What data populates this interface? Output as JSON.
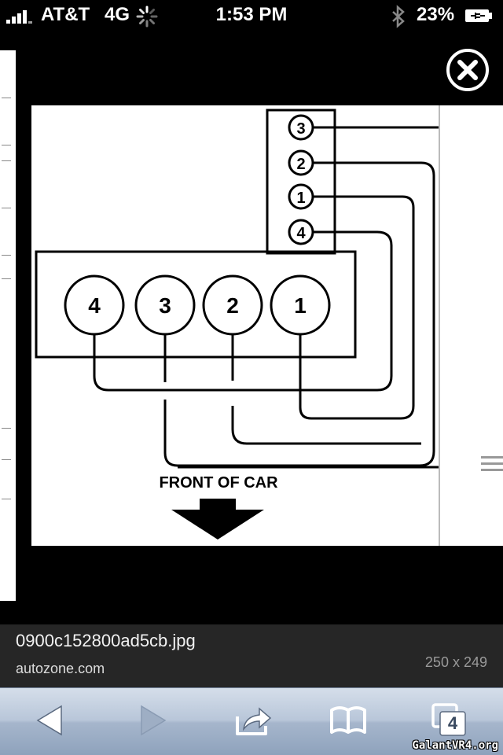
{
  "status_bar": {
    "carrier": "AT&T",
    "network": "4G",
    "time": "1:53 PM",
    "battery_percent": "23%"
  },
  "diagram": {
    "coil_labels": [
      "3",
      "2",
      "1",
      "4"
    ],
    "cylinder_labels": [
      "4",
      "3",
      "2",
      "1"
    ],
    "caption": "FRONT OF CAR"
  },
  "image_info": {
    "filename": "0900c152800ad5cb.jpg",
    "source": "autozone.com",
    "dimensions": "250 x 249"
  },
  "toolbar": {
    "tabs_count": "4",
    "icons": [
      "back-arrow-icon",
      "forward-arrow-icon",
      "share-icon",
      "bookmarks-icon",
      "tabs-icon"
    ]
  },
  "watermark": "GalantVR4.org",
  "colors": {
    "toolbar_top": "#d5deea",
    "toolbar_bottom": "#8ea2bc",
    "caption_bg": "#262626"
  }
}
